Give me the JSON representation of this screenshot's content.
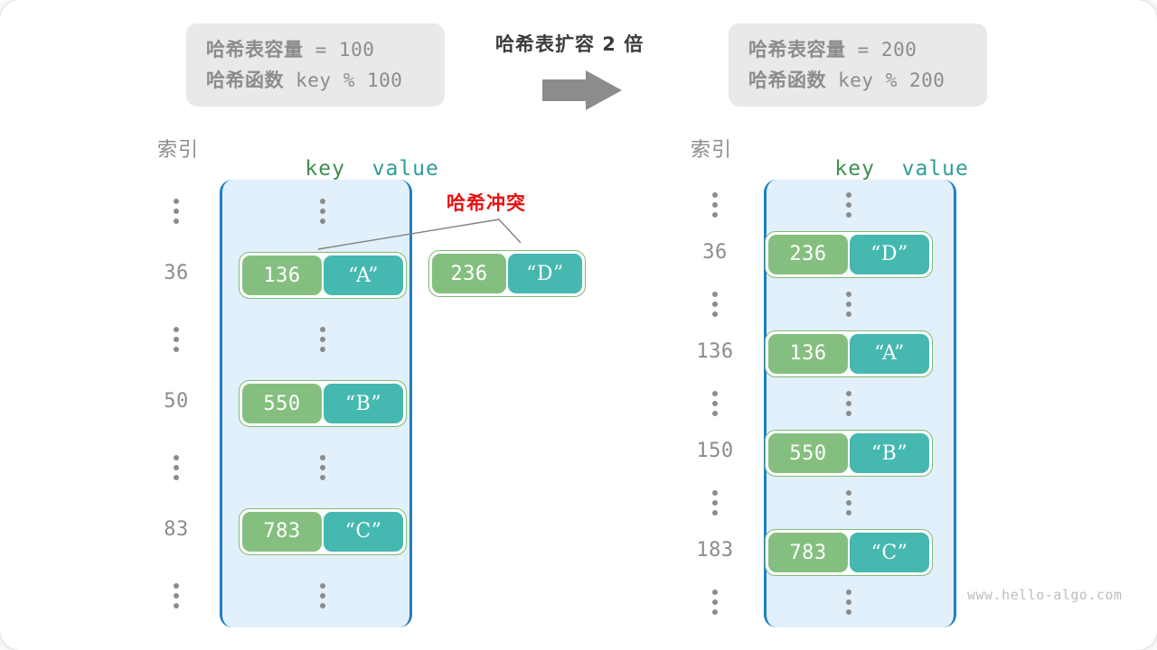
{
  "left_panel": {
    "capacity_label": "哈希表容量",
    "capacity_text": " = 100",
    "hashfn_label": "哈希函数",
    "hashfn_text": " key % 100"
  },
  "right_panel": {
    "capacity_label": "哈希表容量",
    "capacity_text": " = 200",
    "hashfn_label": "哈希函数",
    "hashfn_text": " key % 200"
  },
  "center": {
    "caption": "哈希表扩容 2 倍",
    "arrow_icon": "right-arrow-icon"
  },
  "headers": {
    "index": "索引",
    "key": "key",
    "value": "value"
  },
  "collision": {
    "label": "哈希冲突",
    "color": "#e81010",
    "pair": {
      "key": "236",
      "value": "“D”"
    }
  },
  "left_table": {
    "rows": [
      {
        "index": "",
        "type": "dots"
      },
      {
        "index": "36",
        "type": "pair",
        "key": "136",
        "value": "“A”"
      },
      {
        "index": "",
        "type": "dots"
      },
      {
        "index": "50",
        "type": "pair",
        "key": "550",
        "value": "“B”"
      },
      {
        "index": "",
        "type": "dots"
      },
      {
        "index": "83",
        "type": "pair",
        "key": "783",
        "value": "“C”"
      },
      {
        "index": "",
        "type": "dots"
      }
    ]
  },
  "right_table": {
    "rows": [
      {
        "index": "",
        "type": "dots"
      },
      {
        "index": "36",
        "type": "pair",
        "key": "236",
        "value": "“D”"
      },
      {
        "index": "",
        "type": "dots"
      },
      {
        "index": "136",
        "type": "pair",
        "key": "136",
        "value": "“A”"
      },
      {
        "index": "",
        "type": "dots"
      },
      {
        "index": "150",
        "type": "pair",
        "key": "550",
        "value": "“B”"
      },
      {
        "index": "",
        "type": "dots"
      },
      {
        "index": "183",
        "type": "pair",
        "key": "783",
        "value": "“C”"
      },
      {
        "index": "",
        "type": "dots"
      }
    ]
  },
  "watermark": "www.hello-algo.com",
  "colors": {
    "bucket_bg": "#e2f0fb",
    "bucket_border": "#1f7fc4",
    "key_fill": "#85bf7f",
    "value_fill": "#45b8b0",
    "pair_border": "#7fbb72",
    "panel_bg": "#e9e9e9",
    "muted_text": "#8c8c8c"
  }
}
